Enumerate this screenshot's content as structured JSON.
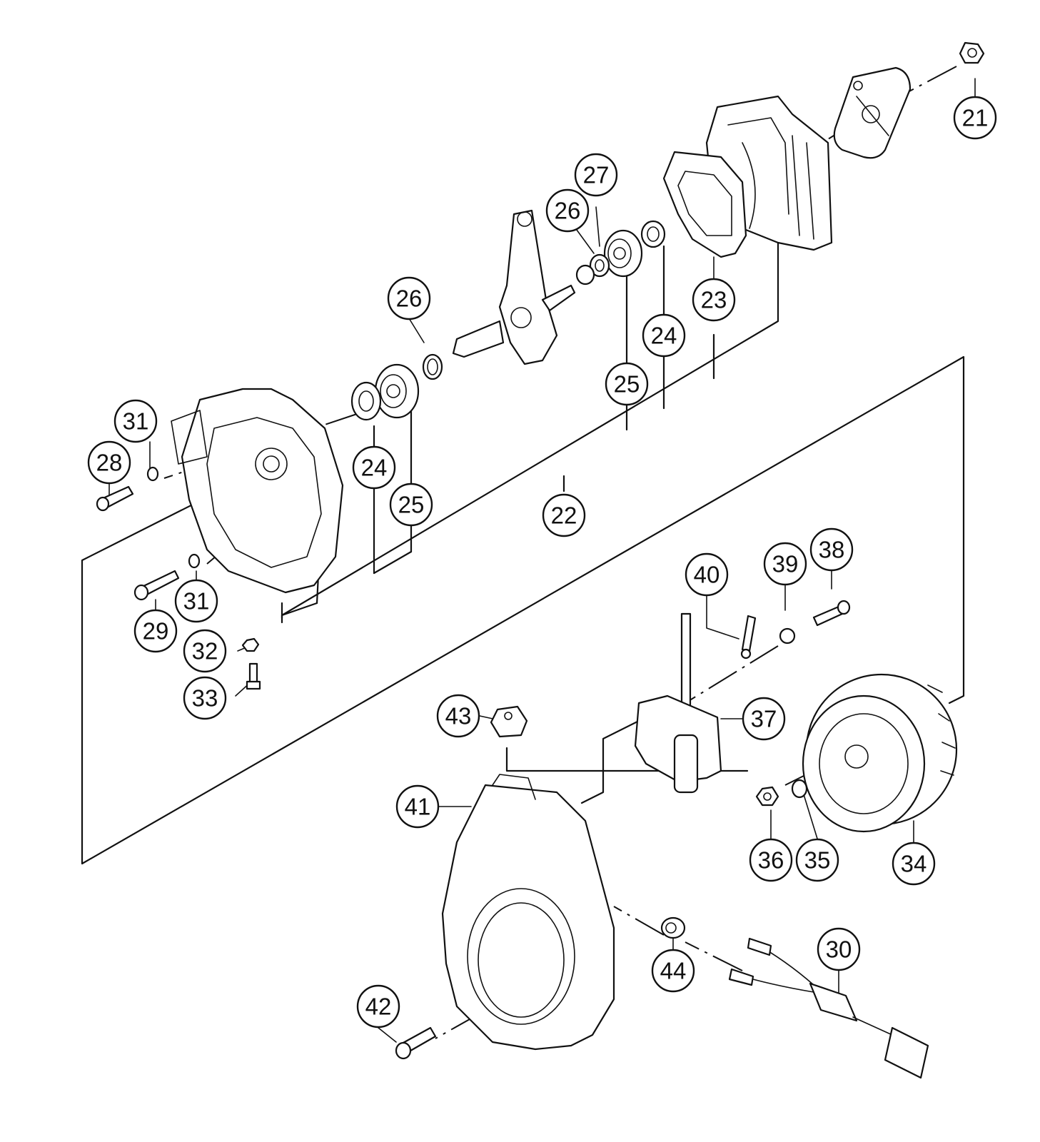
{
  "callouts": [
    {
      "id": "c21",
      "label": "21"
    },
    {
      "id": "c27",
      "label": "27"
    },
    {
      "id": "c26a",
      "label": "26"
    },
    {
      "id": "c26b",
      "label": "26"
    },
    {
      "id": "c23",
      "label": "23"
    },
    {
      "id": "c24a",
      "label": "24"
    },
    {
      "id": "c25a",
      "label": "25"
    },
    {
      "id": "c31a",
      "label": "31"
    },
    {
      "id": "c28",
      "label": "28"
    },
    {
      "id": "c24b",
      "label": "24"
    },
    {
      "id": "c25b",
      "label": "25"
    },
    {
      "id": "c22",
      "label": "22"
    },
    {
      "id": "c31b",
      "label": "31"
    },
    {
      "id": "c29",
      "label": "29"
    },
    {
      "id": "c32",
      "label": "32"
    },
    {
      "id": "c33",
      "label": "33"
    },
    {
      "id": "c40",
      "label": "40"
    },
    {
      "id": "c39",
      "label": "39"
    },
    {
      "id": "c38",
      "label": "38"
    },
    {
      "id": "c43",
      "label": "43"
    },
    {
      "id": "c37",
      "label": "37"
    },
    {
      "id": "c41",
      "label": "41"
    },
    {
      "id": "c36",
      "label": "36"
    },
    {
      "id": "c35",
      "label": "35"
    },
    {
      "id": "c34",
      "label": "34"
    },
    {
      "id": "c30",
      "label": "30"
    },
    {
      "id": "c44",
      "label": "44"
    },
    {
      "id": "c42",
      "label": "42"
    }
  ]
}
